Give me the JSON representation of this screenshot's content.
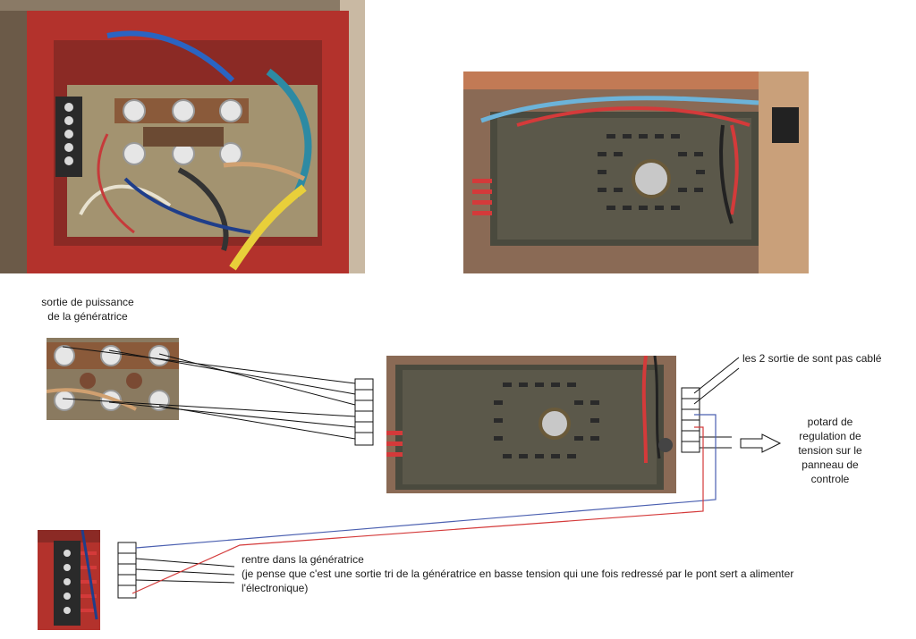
{
  "labels": {
    "sortie_puissance": "sortie de puissance\nde la génératrice",
    "sorties_non_cablees": "les 2 sortie de sont pas cablé",
    "potard": "potard de\nregulation de\ntension sur le\npanneau de\ncontrole",
    "rentre_line1": "rentre dans la génératrice",
    "rentre_line2": "(je pense que c'est une sortie tri de la génératrice en basse tension qui une fois redressé par le pont sert a alimenter",
    "rentre_line3": "l'électronique)"
  },
  "colors": {
    "wire_black": "#111111",
    "wire_blue": "#4a5fb0",
    "wire_red": "#d43a3a",
    "box_red": "#b3322c",
    "board_dark": "#3b3a33"
  }
}
